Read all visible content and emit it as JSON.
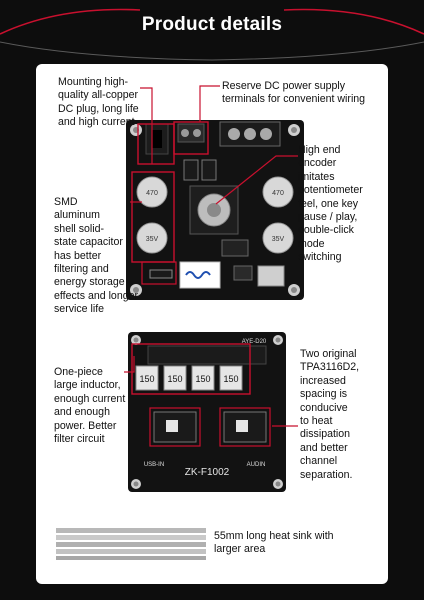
{
  "header": {
    "title": "Product details"
  },
  "colors": {
    "accent": "#c8102e",
    "background": "#0d0d0d",
    "card": "#ffffff"
  },
  "board1": {
    "annotations": {
      "dc_plug": [
        "Mounting high-",
        "quality all-copper",
        "DC plug, long life",
        "and high current"
      ],
      "terminals": [
        "Reserve DC power supply",
        "terminals for convenient wiring"
      ],
      "encoder": [
        "High end",
        "encoder",
        "imitates",
        "potentiometer",
        "feel, one key",
        "pause / play,",
        "double-click",
        "mode",
        "switching"
      ],
      "capacitor": [
        "SMD",
        "aluminum",
        "shell solid-",
        "state capacitor",
        "has better",
        "filtering and",
        "energy storage",
        "effects and longer",
        "service life"
      ]
    },
    "capacitor_labels": [
      "470",
      "35V"
    ]
  },
  "board2": {
    "annotations": {
      "inductor": [
        "One-piece",
        "large inductor,",
        "enough current",
        "and enough",
        "power. Better",
        "filter circuit"
      ],
      "chips": [
        "Two original",
        "TPA3116D2,",
        "increased",
        "spacing is",
        "conducive",
        "to heat",
        "dissipation",
        "and better",
        "channel",
        "separation."
      ]
    },
    "inductor_labels": [
      "150",
      "150",
      "150",
      "150"
    ],
    "silkscreen_model": "ZK-F1002",
    "silkscreen_small": [
      "AYE-D20",
      "USB-IN",
      "AUDIN"
    ]
  },
  "heatsink": {
    "caption": [
      "55mm long heat sink with",
      "larger area"
    ]
  }
}
